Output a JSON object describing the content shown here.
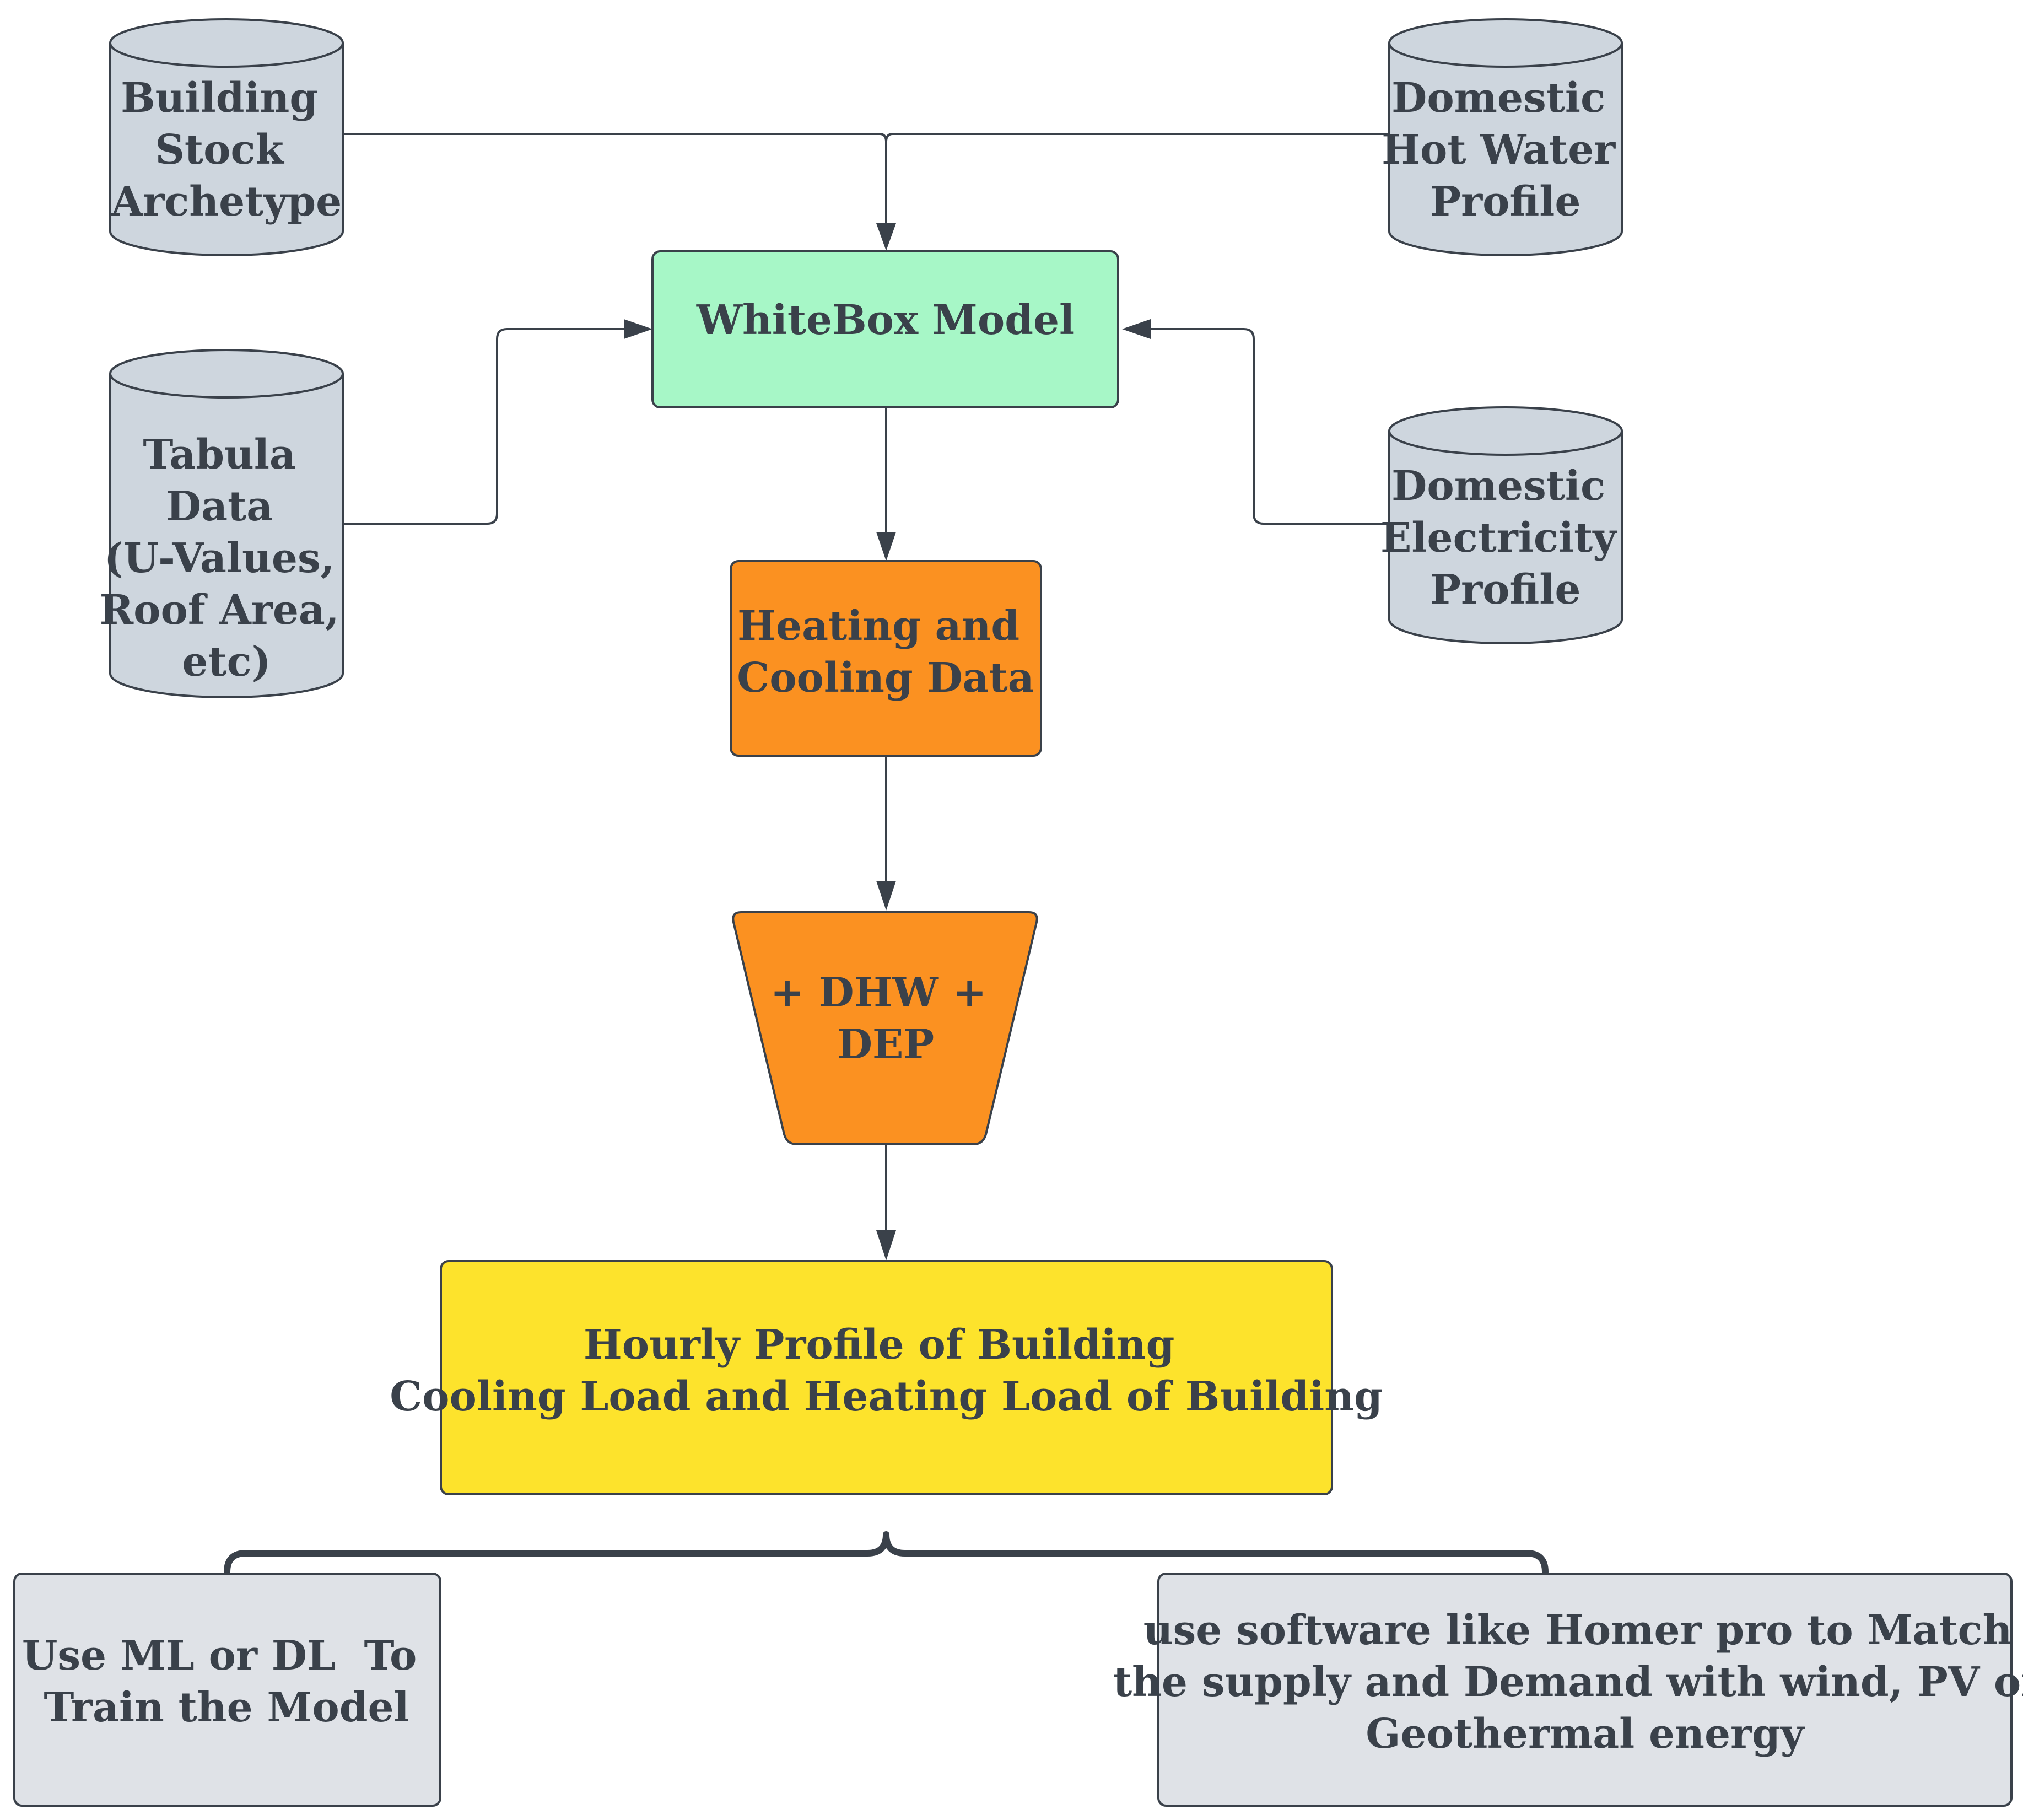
{
  "colors": {
    "stroke": "#3a414a",
    "data_store_fill": "#ced6de",
    "whitebox_fill": "#a7f7c7",
    "process_fill": "#fb9121",
    "output_fill": "#fde32c",
    "usage_fill": "#dfe2e7",
    "text": "#3a414a"
  },
  "nodes": {
    "building_stock": {
      "lines": [
        "Building",
        "Stock",
        "Archetype"
      ]
    },
    "domestic_hot_water": {
      "lines": [
        "Domestic",
        "Hot Water",
        "Profile"
      ]
    },
    "tabula_data": {
      "lines": [
        "Tabula",
        "Data",
        "(U-Values,",
        "Roof Area,",
        "etc)"
      ]
    },
    "domestic_electricity": {
      "lines": [
        "Domestic",
        "Electricity",
        "Profile"
      ]
    },
    "whitebox_model": {
      "lines": [
        "WhiteBox Model"
      ]
    },
    "heating_cooling": {
      "lines": [
        "Heating and",
        "Cooling Data"
      ]
    },
    "dhw_dep": {
      "lines": [
        "+ DHW +",
        "DEP"
      ]
    },
    "hourly_profile": {
      "lines": [
        "Hourly Profile of Building",
        "Cooling Load and Heating Load of Building"
      ]
    },
    "ml_dl": {
      "lines": [
        "Use ML or DL  To",
        "Train the Model"
      ]
    },
    "homer": {
      "lines": [
        "use software like Homer pro to Match",
        "the supply and Demand with wind, PV or",
        "Geothermal energy"
      ]
    }
  }
}
